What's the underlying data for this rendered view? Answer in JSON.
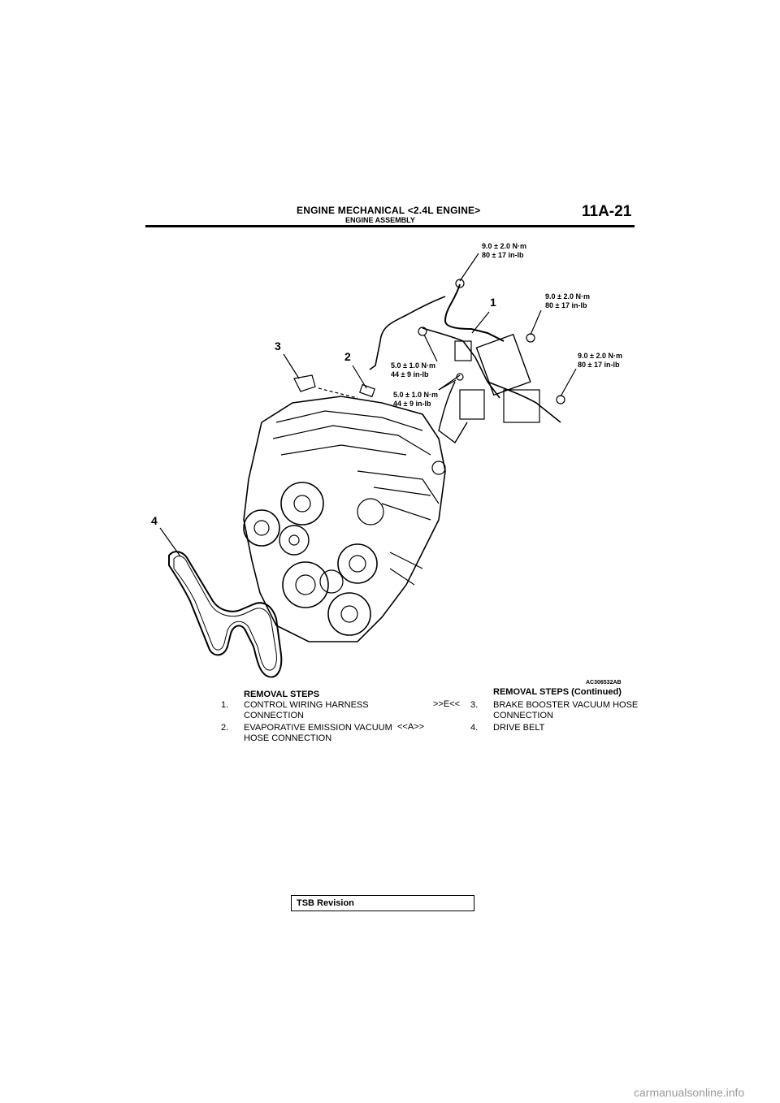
{
  "header": {
    "title": "ENGINE MECHANICAL <2.4L ENGINE>",
    "subtitle": "ENGINE ASSEMBLY",
    "page_number": "11A-21"
  },
  "figure": {
    "torque_labels": [
      {
        "nm": "9.0 ± 2.0 N·m",
        "inlb": "80 ± 17 in-lb"
      },
      {
        "nm": "9.0 ± 2.0 N·m",
        "inlb": "80 ± 17 in-lb"
      },
      {
        "nm": "9.0 ± 2.0 N·m",
        "inlb": "80 ± 17 in-lb"
      },
      {
        "nm": "5.0 ± 1.0 N·m",
        "inlb": "44 ± 9 in-lb"
      },
      {
        "nm": "5.0 ± 1.0 N·m",
        "inlb": "44 ± 9 in-lb"
      }
    ],
    "callouts": [
      "1",
      "2",
      "3",
      "4"
    ],
    "figure_id": "AC306532AB"
  },
  "removal_steps": {
    "heading_left": "REMOVAL STEPS",
    "heading_right": "REMOVAL STEPS (Continued)",
    "steps": [
      {
        "num": "1.",
        "text": "CONTROL WIRING HARNESS CONNECTION",
        "mark": ""
      },
      {
        "num": "2.",
        "text": "EVAPORATIVE EMISSION VACUUM HOSE CONNECTION",
        "mark": ""
      },
      {
        "num": "3.",
        "text": "BRAKE BOOSTER VACUUM HOSE CONNECTION",
        "mark": ">>E<<"
      },
      {
        "num": "4.",
        "text": "DRIVE BELT",
        "mark": "<<A>>"
      }
    ]
  },
  "footer": {
    "tsb_label": "TSB Revision",
    "watermark": "carmanualsonline.info"
  }
}
